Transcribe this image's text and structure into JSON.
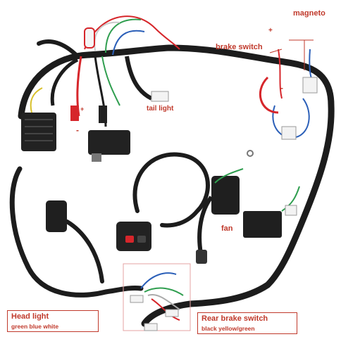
{
  "labels": {
    "magneto": "magneto",
    "brake_switch": "brake switch",
    "tail_light": "tail light",
    "fan": "fan",
    "plus_1": "+",
    "plus_2": "+",
    "minus_1": "-",
    "minus_2": "-"
  },
  "head_light_box": {
    "title": "Head light",
    "colors": "green  blue  white"
  },
  "rear_brake_box": {
    "title": "Rear brake switch",
    "colors": "black  yellow/green"
  },
  "colors": {
    "label_red": "#c0392b",
    "harness_black": "#1c1c1c",
    "wire_red": "#d6262b",
    "wire_green": "#2f9e4f",
    "wire_blue": "#2b5fb8",
    "wire_white": "#f2f2f2",
    "wire_yellow": "#d8c02a"
  }
}
